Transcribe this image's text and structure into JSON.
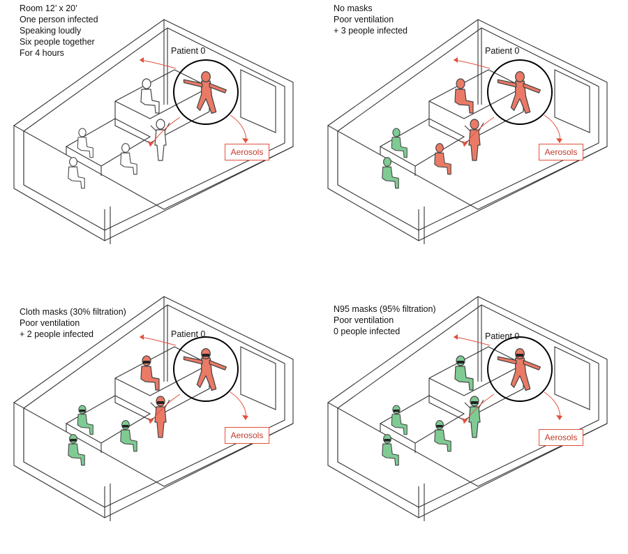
{
  "colors": {
    "infected": "#ea7a66",
    "healthy": "#7fcb93",
    "aerosol": "#e0503c",
    "line": "#333333"
  },
  "panels": [
    {
      "caption": [
        "Room 12’ x 20’",
        "One person infected",
        "Speaking loudly",
        "Six people together",
        "For 4 hours"
      ],
      "patient_label": "Patient 0",
      "aerosol_label": "Aerosols",
      "infected": [
        false,
        false,
        false,
        false,
        false
      ],
      "masked": false
    },
    {
      "caption": [
        "No masks",
        "Poor ventilation",
        "+ 3 people infected"
      ],
      "patient_label": "Patient 0",
      "aerosol_label": "Aerosols",
      "infected": [
        true,
        true,
        true,
        false,
        false
      ],
      "masked": false
    },
    {
      "caption": [
        "Cloth masks (30% filtration)",
        "Poor ventilation",
        "+ 2 people infected"
      ],
      "patient_label": "Patient 0",
      "aerosol_label": "Aerosols",
      "infected": [
        true,
        true,
        false,
        false,
        false
      ],
      "masked": true
    },
    {
      "caption": [
        "N95 masks (95% filtration)",
        "Poor ventilation",
        "0 people infected"
      ],
      "patient_label": "Patient 0",
      "aerosol_label": "Aerosols",
      "infected": [
        false,
        false,
        false,
        false,
        false
      ],
      "masked": true
    }
  ]
}
